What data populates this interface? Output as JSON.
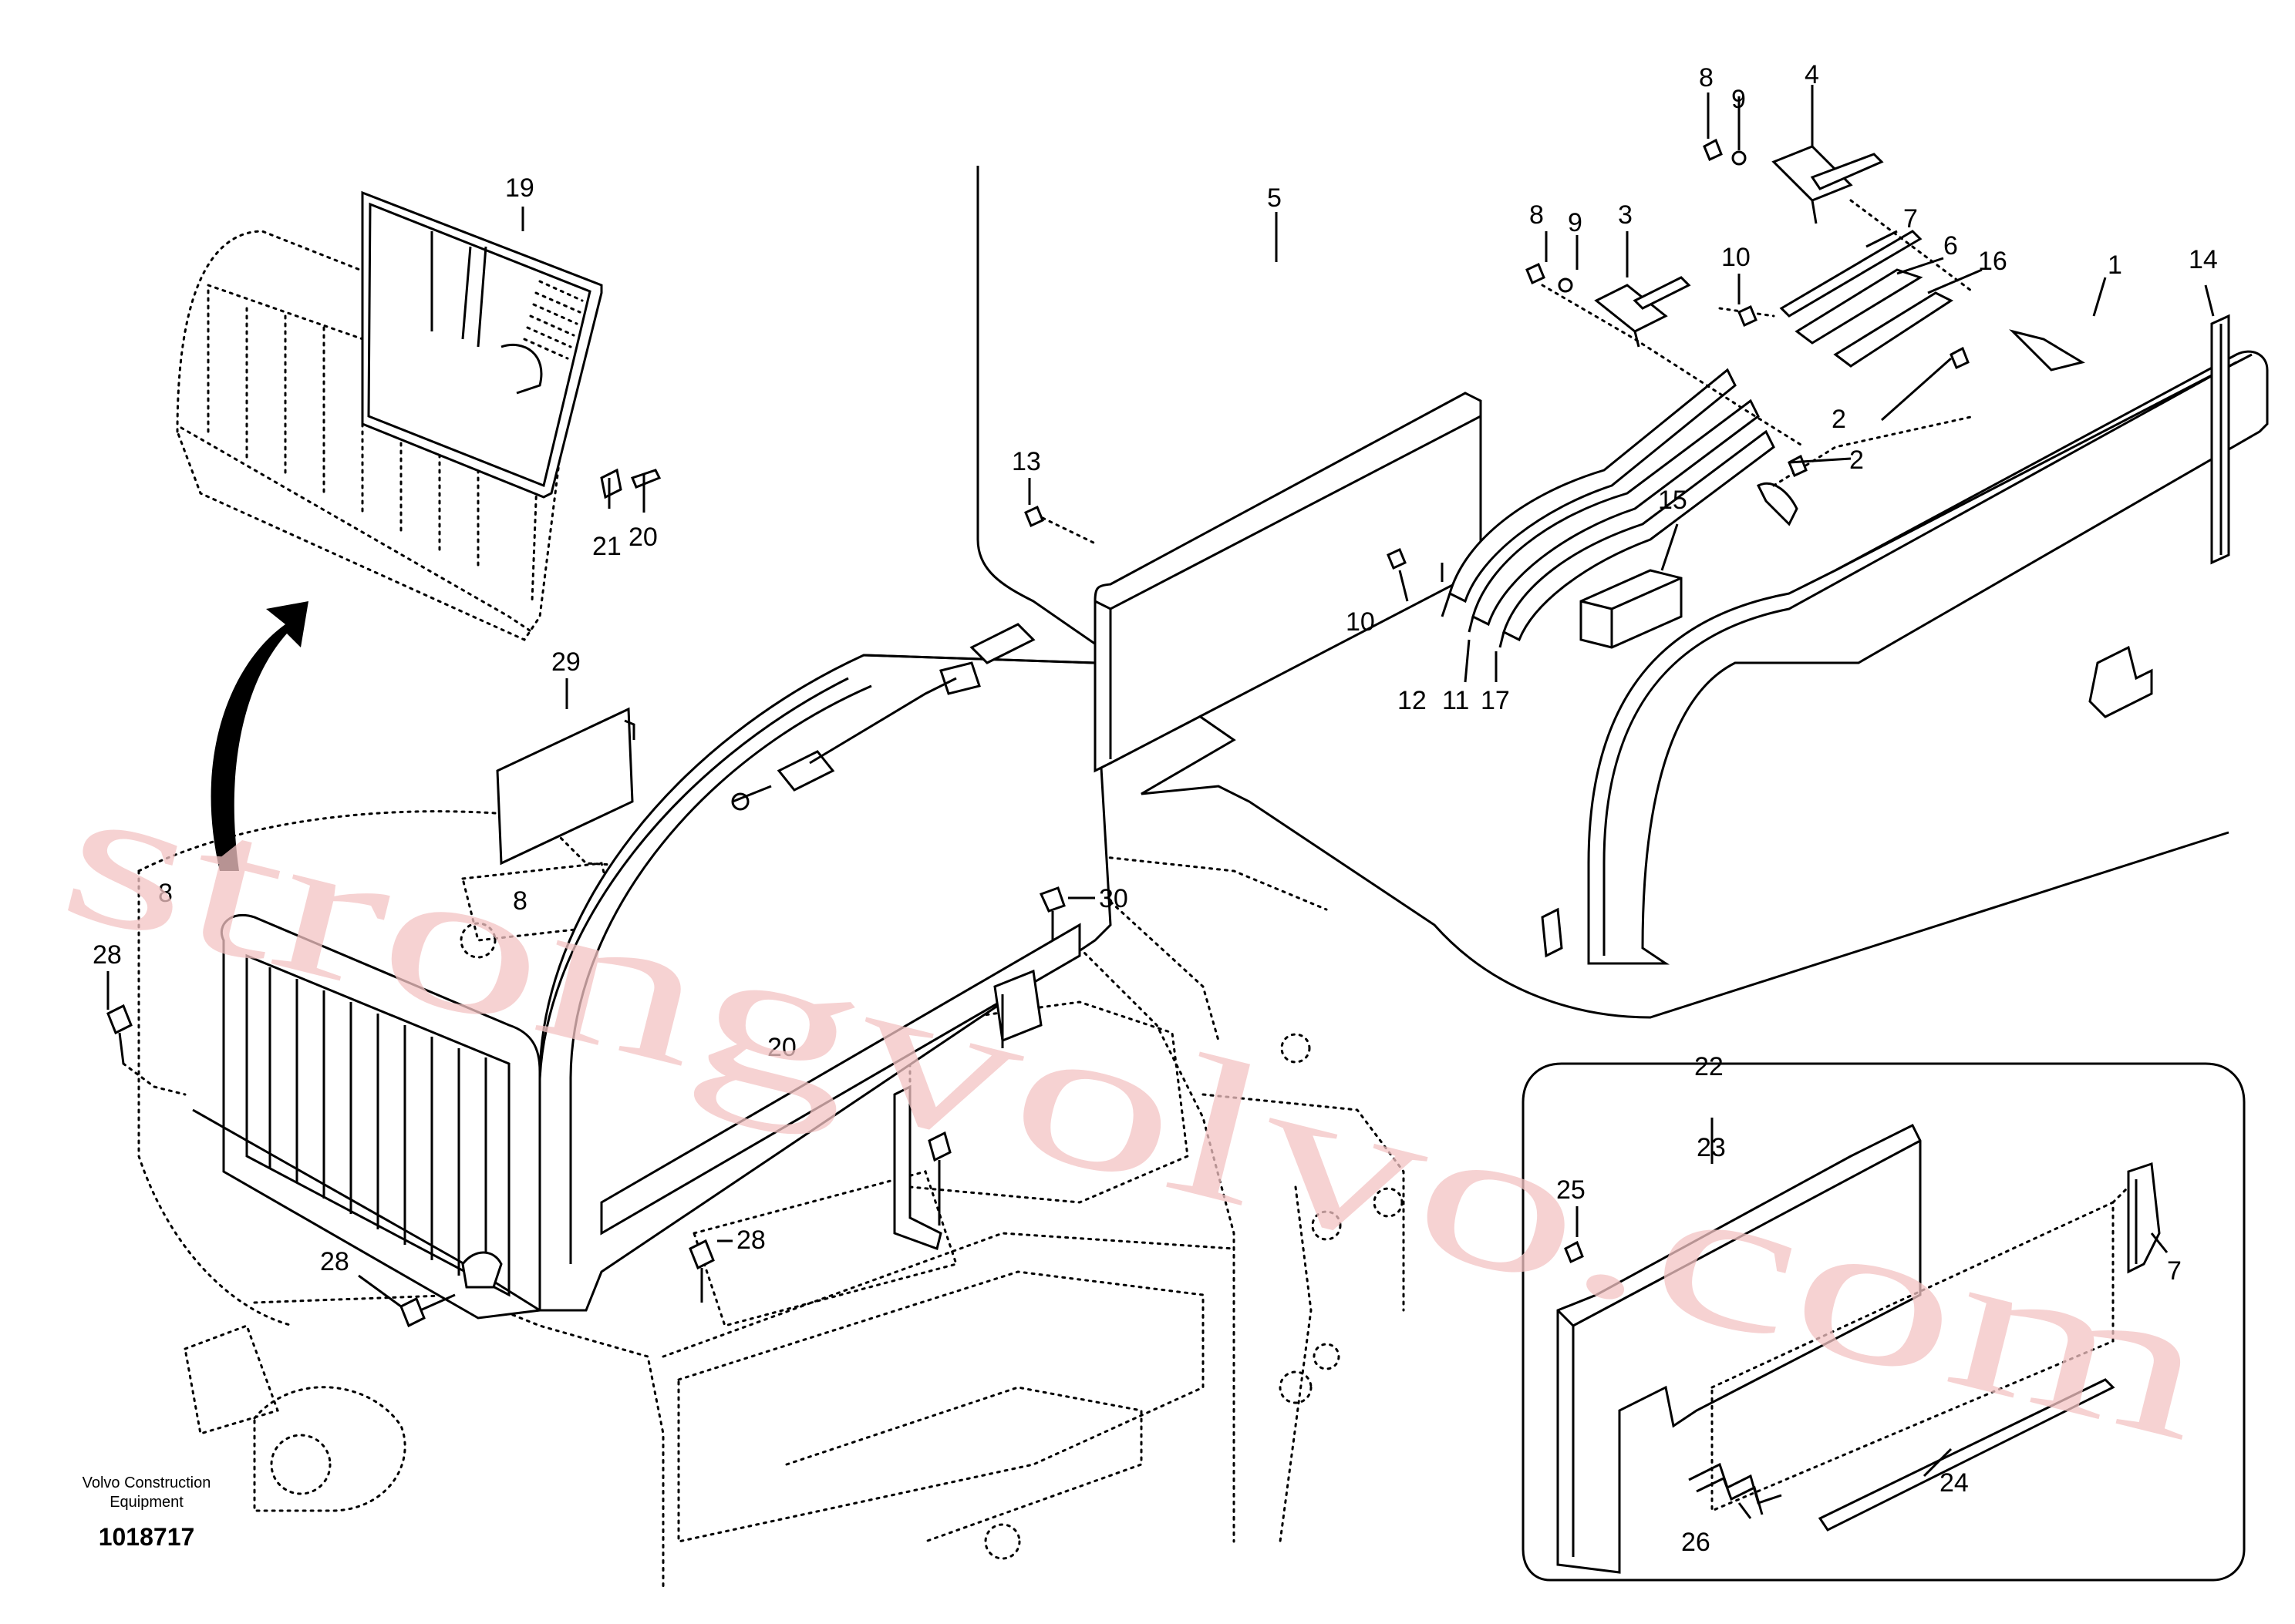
{
  "watermark": "strongvolvo.com",
  "credit": {
    "line1": "Volvo Construction",
    "line2": "Equipment"
  },
  "doc_number": "1018717",
  "callouts": {
    "c1": "1",
    "c2a": "2",
    "c2b": "2",
    "c3": "3",
    "c4": "4",
    "c5": "5",
    "c6": "6",
    "c7": "7",
    "c8a": "8",
    "c8b": "8",
    "c8c": "8",
    "c8d": "8",
    "c9a": "9",
    "c9b": "9",
    "c10a": "10",
    "c10b": "10",
    "c11": "11",
    "c12": "12",
    "c13": "13",
    "c14": "14",
    "c15": "15",
    "c16": "16",
    "c17": "17",
    "c19": "19",
    "c20a": "20",
    "c20b": "20",
    "c21": "21",
    "c22": "22",
    "c23": "23",
    "c24": "24",
    "c25": "25",
    "c26": "26",
    "c27": "7",
    "c28a": "28",
    "c28b": "28",
    "c28c": "28",
    "c29": "29",
    "c30": "30"
  }
}
